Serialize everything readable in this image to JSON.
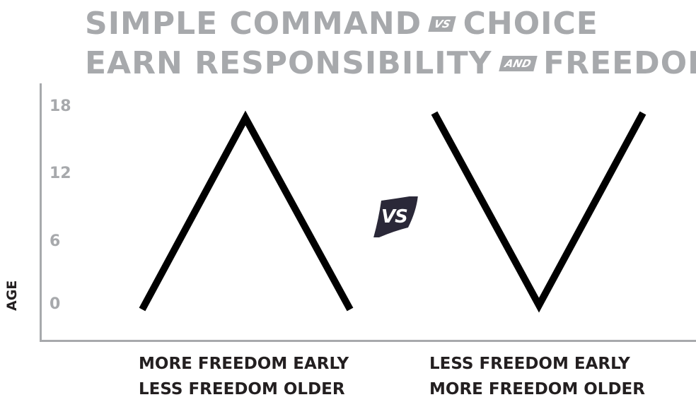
{
  "title": {
    "line1": {
      "left": "SIMPLE COMMAND",
      "badge": "VS",
      "right": "CHOICE"
    },
    "line2": {
      "left": "EARN RESPONSIBILITY",
      "badge": "AND",
      "right": "FREEDOM"
    }
  },
  "axis": {
    "label": "AGE",
    "ticks": [
      "18",
      "12",
      "6",
      "0"
    ]
  },
  "center_badge": "VS",
  "captions": {
    "left": {
      "line1": "MORE FREEDOM EARLY",
      "line2": "LESS FREEDOM OLDER"
    },
    "right": {
      "line1": "LESS FREEDOM EARLY",
      "line2": "MORE FREEDOM OLDER"
    }
  },
  "colors": {
    "title_gray": "#a7a9ac",
    "ink": "#231f20",
    "badge_dark": "#2a2838"
  }
}
